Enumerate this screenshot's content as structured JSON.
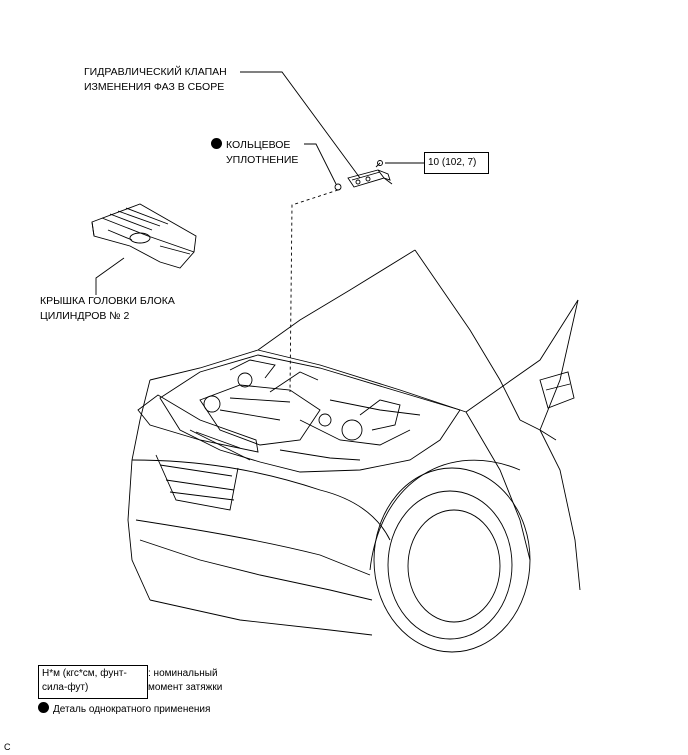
{
  "labels": {
    "vvt_valve": {
      "line1": "ГИДРАВЛИЧЕСКИЙ КЛАПАН",
      "line2": "ИЗМЕНЕНИЯ ФАЗ В СБОРЕ"
    },
    "o_ring": {
      "line1": "КОЛЬЦЕВОЕ",
      "line2": "УПЛОТНЕНИЕ"
    },
    "torque": "10 (102, 7)",
    "cover": {
      "line1": "КРЫШКА ГОЛОВКИ БЛОКА",
      "line2": "ЦИЛИНДРОВ № 2"
    }
  },
  "legend": {
    "units_line1": "Н*м (кгс*см, фунт-",
    "units_line2": "сила-фут)",
    "torque_desc_line1": ": номинальный",
    "torque_desc_line2": "момент затяжки",
    "non_reusable": "Деталь однократного применения"
  },
  "corner_code": "C",
  "icons": {
    "non_reusable": "filled-circle-icon"
  }
}
